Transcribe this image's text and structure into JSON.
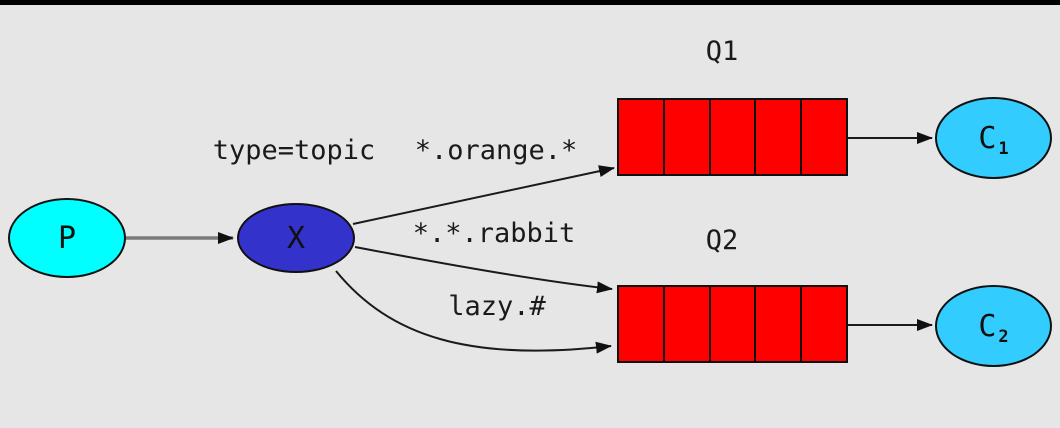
{
  "diagram": {
    "kind": "message-flow-topology",
    "nodes": {
      "producer": {
        "label": "P",
        "color": "#00ffff"
      },
      "exchange": {
        "label": "X",
        "annotation": "type=topic",
        "color": "#3333cc"
      },
      "queue1": {
        "label": "Q1",
        "slots": 5,
        "color": "#ff0000"
      },
      "queue2": {
        "label": "Q2",
        "slots": 5,
        "color": "#ff0000"
      },
      "consumer1": {
        "label": "C",
        "subscript": "1",
        "color": "#33ccff"
      },
      "consumer2": {
        "label": "C",
        "subscript": "2",
        "color": "#33ccff"
      }
    },
    "bindings": {
      "exchange_to_queue1": "*.orange.*",
      "exchange_to_queue2_upper": "*.*.rabbit",
      "exchange_to_queue2_lower": "lazy.#"
    },
    "edges": [
      "producer -> exchange",
      "exchange -> queue1",
      "exchange -> queue2 (upper)",
      "exchange -> queue2 (lower)",
      "queue1 -> consumer1",
      "queue2 -> consumer2"
    ],
    "colors": {
      "background": "#e6e6e6",
      "border_bar": "#000000",
      "edge_stroke": "#1a1a1a",
      "producer_edge_stroke": "#7a7a7a",
      "node_outline": "#101010"
    }
  }
}
